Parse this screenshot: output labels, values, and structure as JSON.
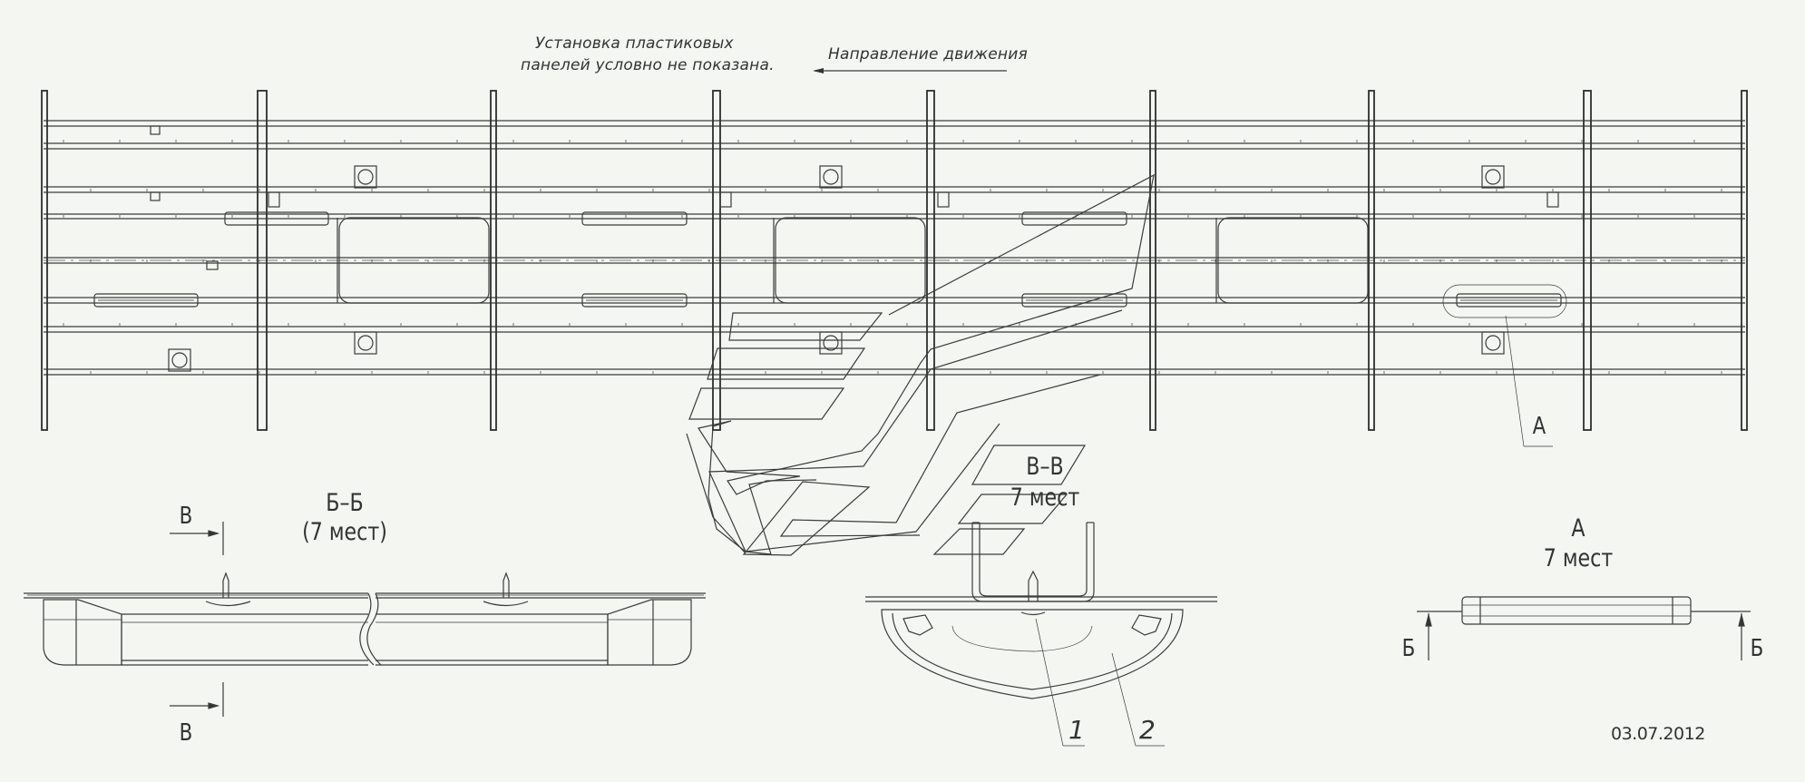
{
  "notes": {
    "panels_line1": "Установка пластиковых",
    "panels_line2": "панелей условно не показана.",
    "direction": "Направление движения"
  },
  "section_bb": {
    "title": "Б–Б",
    "count": "(7 мест)",
    "cut_mark": "В"
  },
  "section_vv": {
    "title": "В–В",
    "count": "7 мест"
  },
  "view_a": {
    "title": "А",
    "count": "7 мест",
    "cut_mark": "Б"
  },
  "callouts": {
    "view_ref": "А",
    "part_1": "1",
    "part_2": "2"
  },
  "date": "03.07.2012",
  "colors": {
    "background": "#f3f6f1",
    "line": "#3c3c3c"
  },
  "icons": {
    "direction_arrow": "arrow-left-icon"
  }
}
